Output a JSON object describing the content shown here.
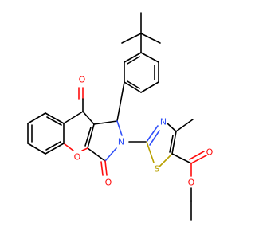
{
  "atoms": {
    "o_ketone": "O",
    "o_ring": "O",
    "o_lactam": "O",
    "n_pyrrole": "N",
    "n_thiazole": "N",
    "s_thiazole": "S",
    "o_ester_carbonyl": "O",
    "o_ester_ether": "O"
  },
  "colors": {
    "carbon_bond": "#000000",
    "oxygen": "#ff0d0d",
    "nitrogen": "#3050f8",
    "sulfur": "#b8a000"
  }
}
